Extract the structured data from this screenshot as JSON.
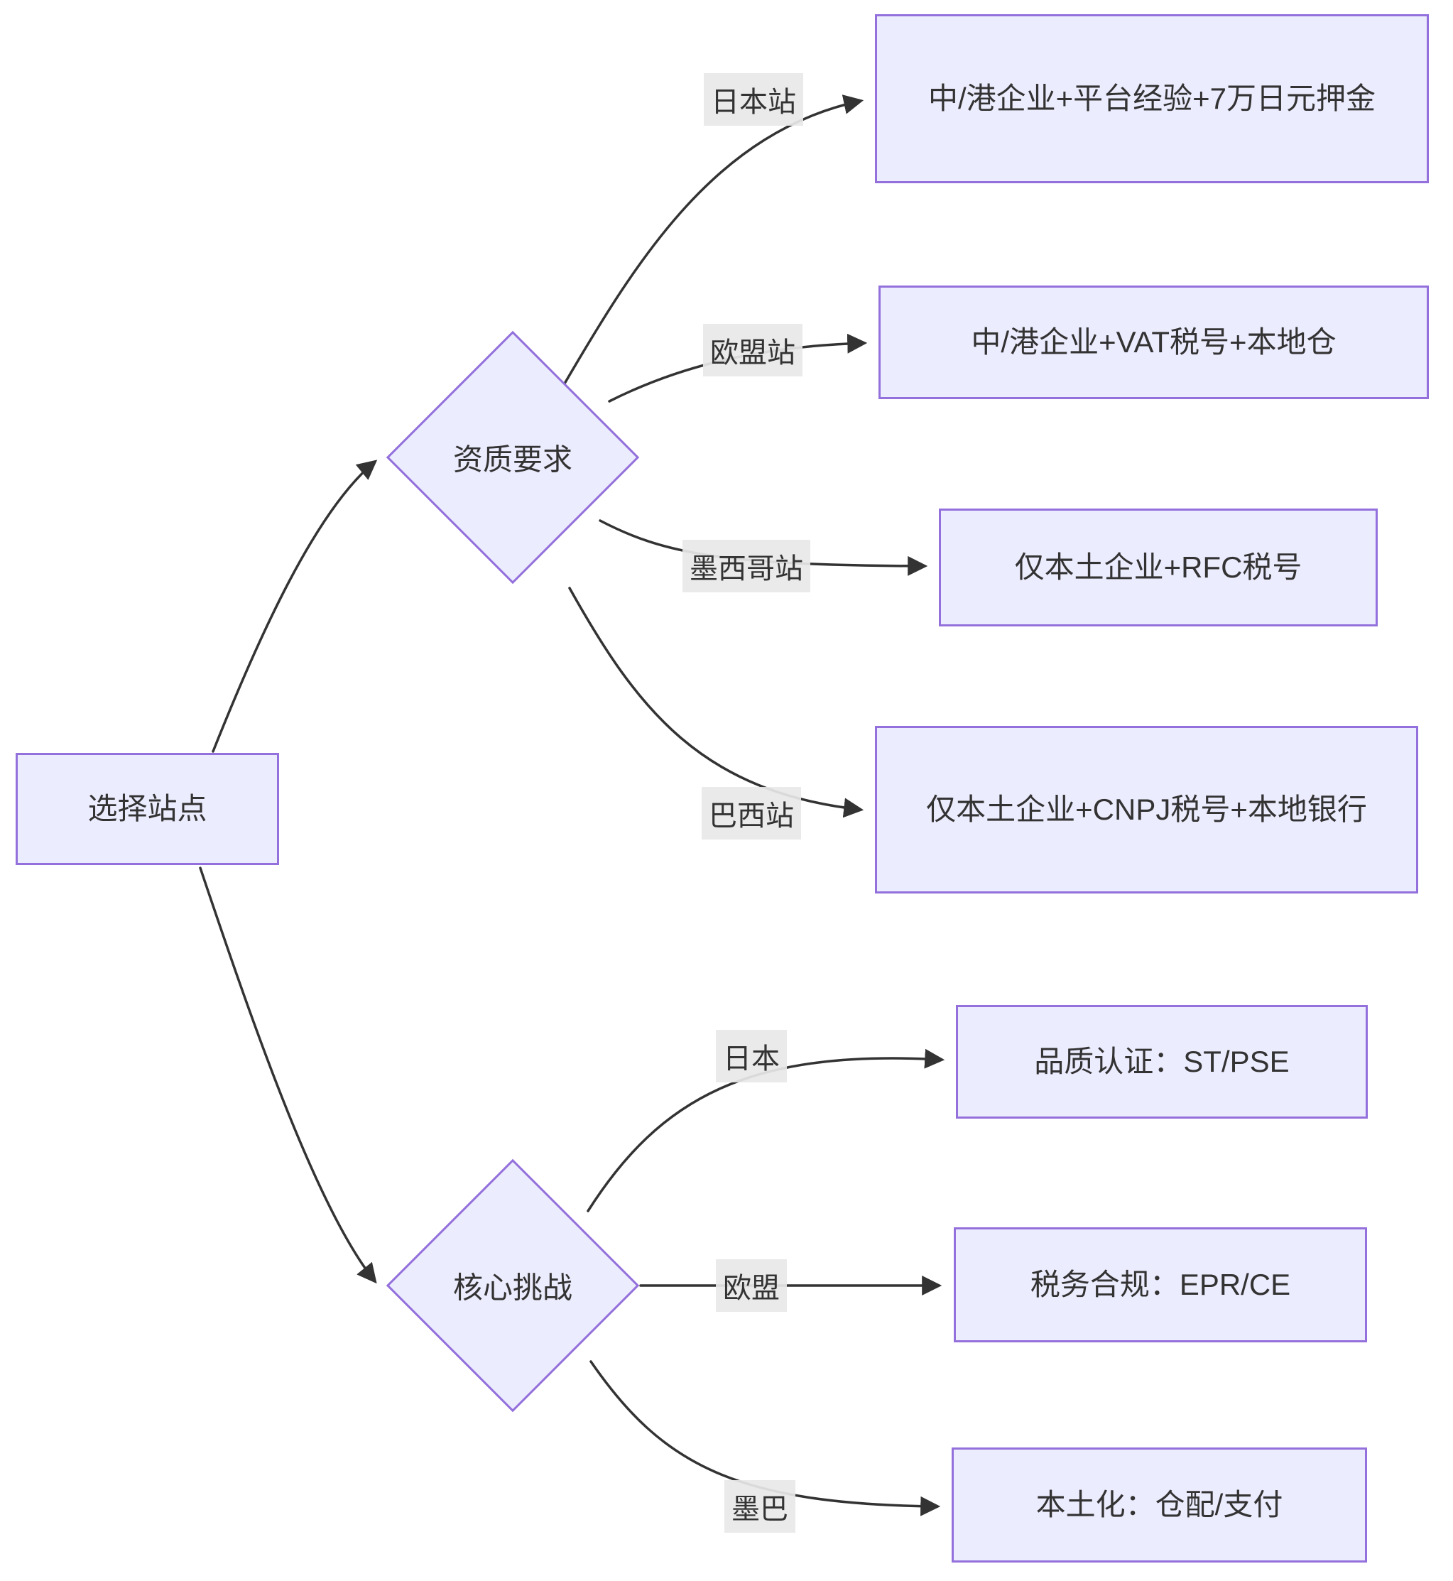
{
  "diagram": {
    "type": "flowchart-LR",
    "root": {
      "label": "选择站点"
    },
    "branches": [
      {
        "label": "资质要求",
        "children": [
          {
            "edge_label": "日本站",
            "target": "中/港企业+平台经验+7万日元押金"
          },
          {
            "edge_label": "欧盟站",
            "target": "中/港企业+VAT税号+本地仓"
          },
          {
            "edge_label": "墨西哥站",
            "target": "仅本土企业+RFC税号"
          },
          {
            "edge_label": "巴西站",
            "target": "仅本土企业+CNPJ税号+本地银行"
          }
        ]
      },
      {
        "label": "核心挑战",
        "children": [
          {
            "edge_label": "日本",
            "target": "品质认证：ST/PSE"
          },
          {
            "edge_label": "欧盟",
            "target": "税务合规：EPR/CE"
          },
          {
            "edge_label": "墨巴",
            "target": "本土化：仓配/支付"
          }
        ]
      }
    ],
    "colors": {
      "background": "#ffffff",
      "node_fill": "#ECECFF",
      "node_border": "#9370DB",
      "edge_line": "#333333",
      "edge_label_bg": "#e8e8e8",
      "text": "#333333"
    }
  }
}
